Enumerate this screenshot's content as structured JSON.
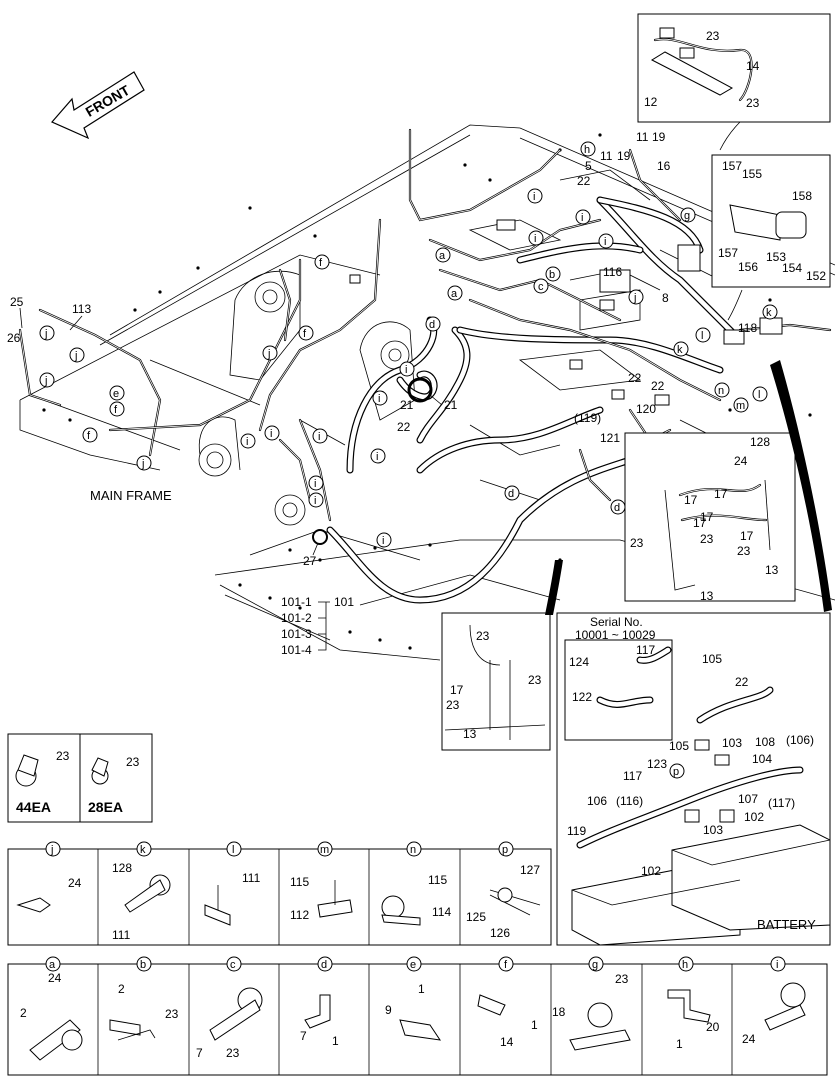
{
  "header": {
    "front_label": "FRONT",
    "main_frame_label": "MAIN FRAME",
    "battery_label": "BATTERY"
  },
  "serial_inset": {
    "title": "Serial No.",
    "range": "10001 ~ 10029"
  },
  "quantity_boxes": [
    {
      "part": "23",
      "qty": "44EA"
    },
    {
      "part": "23",
      "qty": "28EA"
    }
  ],
  "main_callouts": [
    "25",
    "113",
    "26",
    "f",
    "j",
    "e",
    "i",
    "h",
    "5",
    "11",
    "19",
    "16",
    "22",
    "g",
    "a",
    "b",
    "c",
    "d",
    "k",
    "l",
    "m",
    "n",
    "116",
    "8",
    "118",
    "21",
    "119",
    "120",
    "121",
    "27",
    "101",
    "101-1",
    "101-2",
    "101-3",
    "101-4",
    "12",
    "14",
    "23",
    "155",
    "157",
    "158",
    "153",
    "154",
    "152",
    "156",
    "128",
    "24",
    "17",
    "13",
    "124",
    "117",
    "122",
    "105",
    "103",
    "104",
    "108",
    "106",
    "107",
    "102",
    "123",
    "p"
  ],
  "detail_row_1": [
    {
      "letter": "j",
      "parts": [
        "24"
      ]
    },
    {
      "letter": "k",
      "parts": [
        "128",
        "111"
      ]
    },
    {
      "letter": "l",
      "parts": [
        "111"
      ]
    },
    {
      "letter": "m",
      "parts": [
        "115",
        "112"
      ]
    },
    {
      "letter": "n",
      "parts": [
        "115",
        "114"
      ]
    },
    {
      "letter": "p",
      "parts": [
        "127",
        "125",
        "126"
      ]
    }
  ],
  "detail_row_2": [
    {
      "letter": "a",
      "parts": [
        "24",
        "2"
      ]
    },
    {
      "letter": "b",
      "parts": [
        "2",
        "23"
      ]
    },
    {
      "letter": "c",
      "parts": [
        "7",
        "23"
      ]
    },
    {
      "letter": "d",
      "parts": [
        "7",
        "1"
      ]
    },
    {
      "letter": "e",
      "parts": [
        "9",
        "1"
      ]
    },
    {
      "letter": "f",
      "parts": [
        "14",
        "1"
      ]
    },
    {
      "letter": "g",
      "parts": [
        "23",
        "18"
      ]
    },
    {
      "letter": "h",
      "parts": [
        "1",
        "20"
      ]
    },
    {
      "letter": "i",
      "parts": [
        "24"
      ]
    }
  ]
}
